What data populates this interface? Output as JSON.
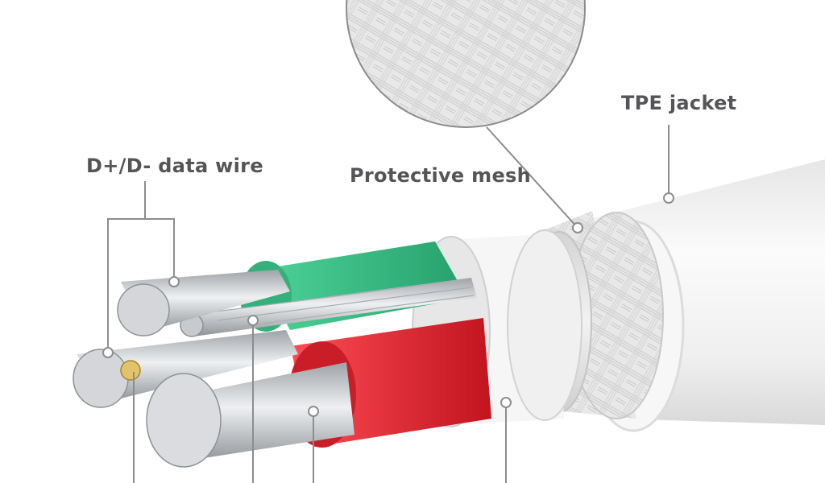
{
  "labels": {
    "tpe_jacket": "TPE jacket",
    "protective_mesh": "Protective mesh",
    "data_wire": "D+/D- data wire"
  },
  "colors": {
    "jacket": "#f1f1f1",
    "mesh": "#e3e3e3",
    "green_insulation": "#3fc28a",
    "red_insulation": "#e02833",
    "conductor": "#c9cbce",
    "leader_line": "#8d8d8f",
    "text": "#555557"
  }
}
